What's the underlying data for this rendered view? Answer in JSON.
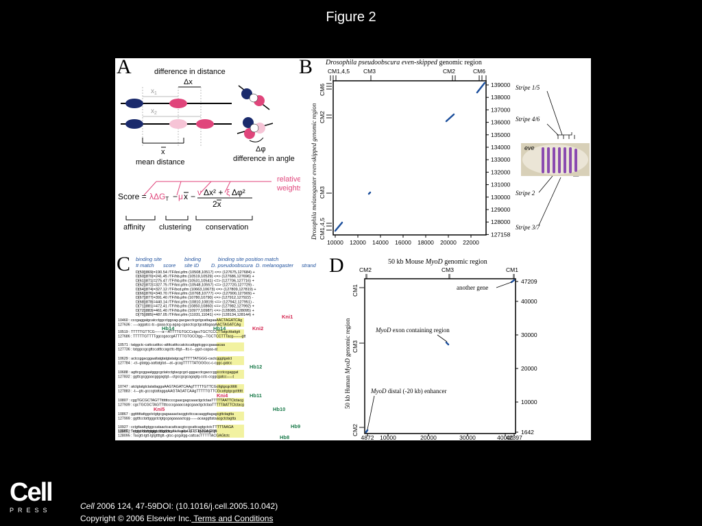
{
  "slide": {
    "title": "Figure 2"
  },
  "panel_a": {
    "letter": "A",
    "diff_distance": "difference in distance",
    "delta_x": "Δx",
    "x1": "x",
    "x1_sub": "1",
    "x2": "x",
    "x2_sub": "2",
    "xbar": "x",
    "mean_distance": "mean distance",
    "delta_phi": "Δφ",
    "diff_angle": "difference in angle",
    "relative": "relative",
    "weights": "weights",
    "score": "Score =",
    "lambda_term": "λΔG",
    "lambda_sub": "T",
    "minus1": "−",
    "mu": "μ",
    "minus2": "−",
    "nu": "ν",
    "dx2": "Δx² +",
    "xi": "ξ",
    "dphi2": "Δφ²",
    "denom": "2x",
    "affinity": "affinity",
    "clustering": "clustering",
    "conservation": "conservation"
  },
  "panel_b": {
    "letter": "B",
    "title_italic": "Drosophila pseudoobscura even-skipped",
    "title_rest": " genomic region",
    "top_labels": [
      "CM1,4,5",
      "CM3",
      "CM2",
      "CM6"
    ],
    "left_labels": [
      "CM6",
      "CM2",
      "CM3",
      "CM1,4,5"
    ],
    "y_axis_label": "Drosophila melanogaster even-skipped genomic region",
    "x_ticks": [
      "10000",
      "12000",
      "14000",
      "16000",
      "18000",
      "20000",
      "22000"
    ],
    "y_ticks": [
      "139000",
      "138000",
      "137000",
      "136000",
      "135000",
      "134000",
      "133000",
      "132000",
      "131000",
      "130000",
      "129000",
      "128000",
      "127158"
    ],
    "stripes": [
      "Stripe 1/5",
      "Stripe 4/6",
      "Stripe 2",
      "Stripe 3/7"
    ],
    "eve": "eve"
  },
  "panel_c": {
    "letter": "C",
    "headers": [
      "binding site",
      "binding",
      "binding site position match",
      "# match",
      "score",
      "site ID",
      "D. pseudoobscura",
      "D. melanogaster",
      "strand"
    ],
    "hits": [
      "D[59]|869|=190.54  /TF/kni.pfm  (10508,10517) <=> (127675,127684) +",
      "D[60]|870|=241.45  /TF/hb.pfm   (10519,10529) <=> (127686,127696) +",
      "D[61]|871|=275.47  /TF/hb.pfm   (10531,10541) <=> (127706,127716) +",
      "D[62]|872|=327.75  /TF/kni.pfm  (10548,10557) <=> (127720,127729) -",
      "D[64]|874|=327.12  /TF/bcd.pfm  (10663,10673) <=> (127809,127819) +",
      "D[66]|876|=340.70  /TF/kni.pfm  (10768,10777) <=> (127900,127909) +",
      "D[67]|877|=391.40  /TF/hb.pfm   (10780,10790) <=> (127912,127922) -",
      "D[68]|878|=440.14  /TF/kni.pfm  (10810,10819) <=> (127942,127951) -",
      "D[71]|881|=472.41  /TF/hb.pfm   (10850,10860) <=> (127982,127992) +",
      "D[72]|883|=461.40  /TF/hb.pfm   (10977,10987) <=> (128085,128095) +",
      "D[75]|885|=487.05  /TF/kni.pfm  (11031,11041) <=> (128134,128144) +"
    ],
    "alignment": [
      {
        "a": "10460 : cccgaggatgcatcctggcctggcag-gacgacctcgctgcattagaaAACTAGATCAg",
        "b": "127636 : ----aggatcc-tc--gaaa-tcg-agag-cgacctcgctgcattagaaAACTAGATCAg"
      },
      {
        "a": "10519 : TTTTTGTTCG------a---ATTTTGTGCCctgccTGCTCCCTTatgctttattgtt",
        "b": "127686 : TTTTTGTTTTggccgaccgATTTTGTGCCtgg---TGCTCCTTTacg-------gtt"
      },
      {
        "a": "10571 : tatggctc-cattccatttcc-attttcatttccatctccattggtcggccgaaaacaa",
        "b": "127736 : tatggccgcgttccatttccagcttc-tttgt---ttc-t---ggct-cagaa-at"
      },
      {
        "a": "10629 : actccggacggaattatgtatgtatatgcagTTTTTATGGG-cactcgggtgatct",
        "b": "127784 : -ct--gtatgg-aattatgtat---at--gcagTTTTTATGGGcc-c-cggc-gatcc"
      },
      {
        "a": "10688 : agttcgcggaatgggcgctatcctgtacgcgct-gggacctcgacccggccctccgaggat",
        "b": "127832 : ggttcgcggaacgggagtgt---ctgccgcgcagagtg-cctc-ccggcgatcc-----t"
      },
      {
        "a": "10747 : atctgtatgtctatattaggaAAGTAGATCAAgTTTTTGTTCGcttgtgcgctttttt",
        "b": "127883 : -t---gtc-gcccgtattaggaAAGTAGATCAAgTTTTTGTTCGcattgtgcgctttttt"
      },
      {
        "a": "10807 : cggTGCGCTAGTTttttttccccgaacgagcaaactgctctaaTTTTTAATTCtctacg",
        "b": "127939 : cgcTGCGCTAGTTtttccccgaaaccagcgaactgctctaaTTTTTAATTCtctacg"
      },
      {
        "a": "10867 : ggttttttattggctctgtgcgagaaaactacggtcttccacaaggttagagcgttctagtta",
        "b": "127999 : ggtttcctattgggctctgtgcgagaaaactcgg------acaaggttataacgctctagtta"
      },
      {
        "a": "10927 : cctgttaattgtggccataactcacattcacgtccgcattcagtgctctcTTTTTAAGA",
        "b": "128052 : cctgc-aattgtggccataactc--------g-c---a--c--tgctctcgTTTTTAAGA"
      },
      {
        "a": "10987 : Tatgtctttttctctgtgt-ttttgttttcgtttcttcattatTTTTTATGAGcgt-",
        "b": "128095 : Tacgtt-tgtt-tgtgttttgtt--gtcc-gcgatgg-cattcacTTTTTACGAGtctc"
      }
    ],
    "tags": [
      "Kni1",
      "Hb14",
      "Hb14",
      "Kni2",
      "Hb12",
      "Kni4",
      "Hb11",
      "Kni5",
      "Hb10",
      "Hb9",
      "Hb8"
    ]
  },
  "panel_d": {
    "letter": "D",
    "title_pre": "50 kb Mouse ",
    "title_italic": "MyoD",
    "title_post": " genomic region",
    "top_labels": [
      "CM2",
      "CM3",
      "CM1"
    ],
    "left_labels": [
      "CM1",
      "CM3",
      "CM2"
    ],
    "y_axis_pre": "50 kb Human ",
    "y_axis_italic": "MyoD",
    "y_axis_post": " genomic region",
    "x_ticks": [
      "4872",
      "10000",
      "20000",
      "30000",
      "40000",
      "42397"
    ],
    "y_ticks": [
      "47209",
      "40000",
      "30000",
      "20000",
      "10000",
      "1642"
    ],
    "ann_gene": "another gene",
    "ann_exon_italic": "MyoD",
    "ann_exon_rest": " exon containing region",
    "ann_enh_italic": "MyoD",
    "ann_enh_rest": " distal (-20 kb) enhancer"
  },
  "citation": {
    "journal": "Cell",
    "ref": " 2006 124, 47-59DOI: (10.1016/j.cell.2005.10.042)",
    "copyright": "Copyright © 2006 Elsevier Inc.",
    "terms": " Terms and Conditions"
  },
  "logo": {
    "name": "Cell",
    "press": "PRESS"
  },
  "colors": {
    "navy": "#1a2a6c",
    "pink": "#e0457b",
    "light_pink": "#f6c4d6",
    "plot_blue": "#1c4f9c",
    "highlight": "#f2f2a0",
    "tag_green": "#1a7a4a",
    "tag_red": "#d4244f"
  }
}
